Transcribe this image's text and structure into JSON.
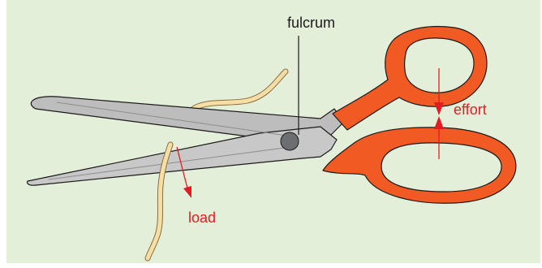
{
  "labels": {
    "fulcrum": "fulcrum",
    "effort": "effort",
    "load": "load"
  },
  "colors": {
    "background": "#e4efd9",
    "handle": "#f15a22",
    "blade": "#bdbdbd",
    "annotation": "#e31b23",
    "string": "#f6dfa6",
    "pivot": "#6d6e71"
  }
}
